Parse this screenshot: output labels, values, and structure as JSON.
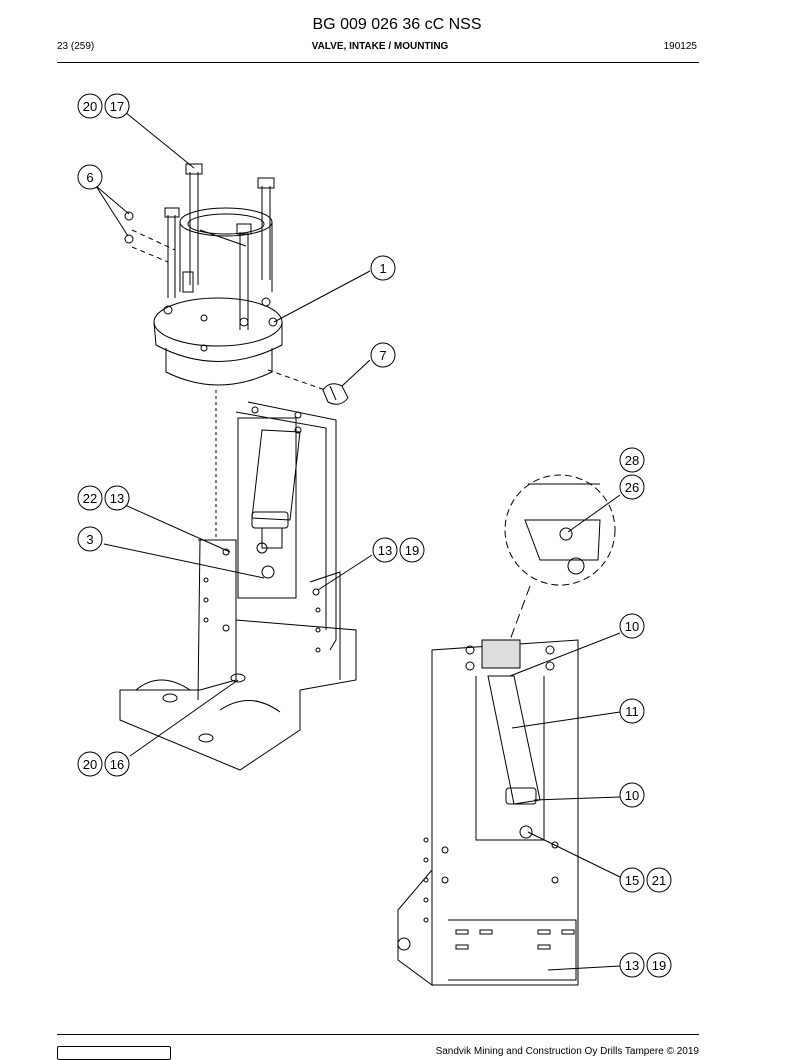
{
  "header": {
    "document_title": "BG 009 026 36 cC NSS",
    "page_info": "23 (259)",
    "section_title": "VALVE, INTAKE / MOUNTING",
    "doc_code": "190125"
  },
  "callouts": [
    {
      "id": "c20a",
      "label": "20"
    },
    {
      "id": "c17",
      "label": "17"
    },
    {
      "id": "c6",
      "label": "6"
    },
    {
      "id": "c1",
      "label": "1"
    },
    {
      "id": "c7",
      "label": "7"
    },
    {
      "id": "c22",
      "label": "22"
    },
    {
      "id": "c13a",
      "label": "13"
    },
    {
      "id": "c3",
      "label": "3"
    },
    {
      "id": "c13b",
      "label": "13"
    },
    {
      "id": "c19a",
      "label": "19"
    },
    {
      "id": "c20b",
      "label": "20"
    },
    {
      "id": "c16",
      "label": "16"
    },
    {
      "id": "c28",
      "label": "28"
    },
    {
      "id": "c26",
      "label": "26"
    },
    {
      "id": "c10a",
      "label": "10"
    },
    {
      "id": "c11",
      "label": "11"
    },
    {
      "id": "c10b",
      "label": "10"
    },
    {
      "id": "c15",
      "label": "15"
    },
    {
      "id": "c21",
      "label": "21"
    },
    {
      "id": "c13c",
      "label": "13"
    },
    {
      "id": "c19b",
      "label": "19"
    }
  ],
  "footer": {
    "copyright": "Sandvik Mining and Construction Oy Drills Tampere © 2019"
  }
}
